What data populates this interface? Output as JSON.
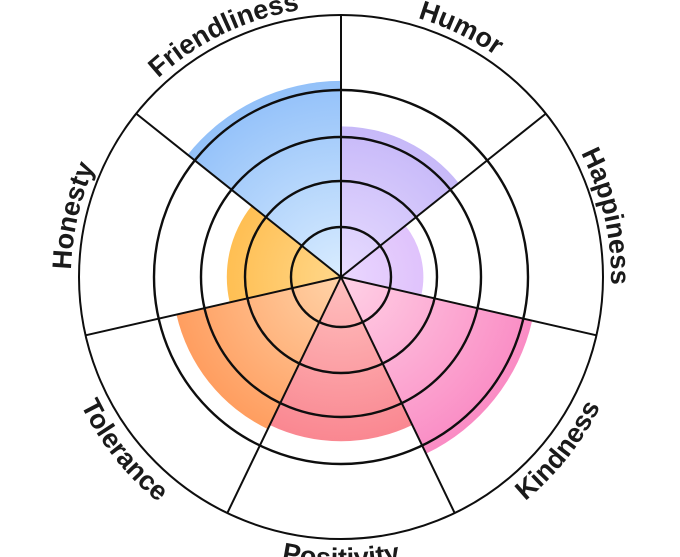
{
  "chart_data": {
    "type": "radial-bar",
    "title": "",
    "rings": 4,
    "max_value": 4,
    "categories": [
      "Humor",
      "Happiness",
      "Kindness",
      "Positivity",
      "Tolerance",
      "Honesty",
      "Friendliness"
    ],
    "values": [
      3.2,
      1.7,
      4.2,
      3.5,
      3.6,
      2.4,
      4.2
    ],
    "colors": [
      [
        "#e8dcff",
        "#b5a6f5"
      ],
      [
        "#ead7ff",
        "#cc9df5"
      ],
      [
        "#ffd2e6",
        "#f97fbe"
      ],
      [
        "#ffc0bf",
        "#f7707e"
      ],
      [
        "#ffd3a8",
        "#ff8a45"
      ],
      [
        "#ffd78a",
        "#ffa61a"
      ],
      [
        "#d9ecff",
        "#86b9f8"
      ]
    ]
  }
}
